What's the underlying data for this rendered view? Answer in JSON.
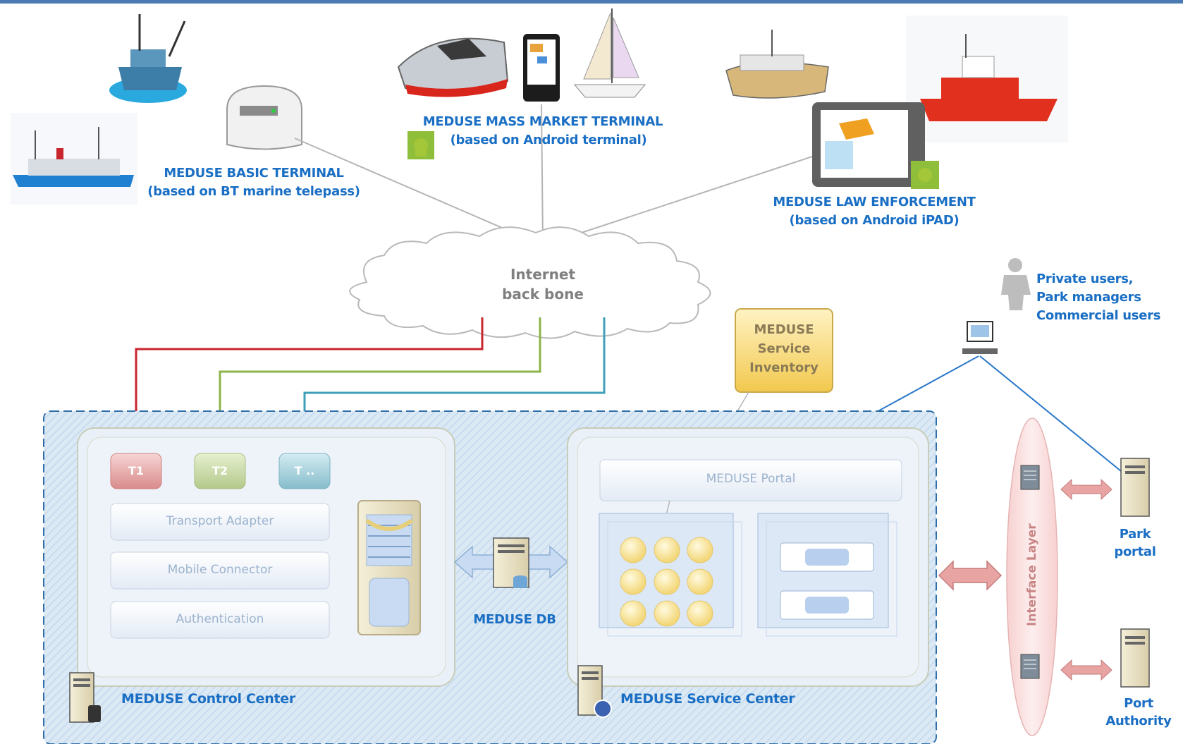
{
  "terminals": {
    "mass_market": {
      "title": "MEDUSE MASS MARKET TERMINAL",
      "subtitle": "(based on Android terminal)"
    },
    "basic": {
      "title": "MEDUSE BASIC TERMINAL",
      "subtitle": "(based on BT marine telepass)"
    },
    "law": {
      "title": "MEDUSE LAW ENFORCEMENT",
      "subtitle": "(based on Android iPAD)"
    }
  },
  "cloud": {
    "line1": "Internet",
    "line2": "back bone"
  },
  "inventory": {
    "line1": "MEDUSE",
    "line2": "Service",
    "line3": "Inventory"
  },
  "users": {
    "line1": "Private users,",
    "line2": "Park managers",
    "line3": "Commercial users"
  },
  "control_center": {
    "label": "MEDUSE Control Center",
    "t1": "T1",
    "t2": "T2",
    "t3": "T ..",
    "transport": "Transport Adapter",
    "mobile": "Mobile Connector",
    "auth": "Authentication"
  },
  "db": {
    "label": "MEDUSE DB"
  },
  "service_center": {
    "label": "MEDUSE Service Center",
    "portal": "MEDUSE Portal"
  },
  "interface_layer": "Interface Layer",
  "park_portal": {
    "line1": "Park",
    "line2": "portal"
  },
  "port_authority": {
    "line1": "Port",
    "line2": "Authority"
  },
  "colors": {
    "label_blue": "#1a6fc4",
    "red_link": "#c9252c",
    "green_link": "#8db44a",
    "teal_link": "#3f9fb8",
    "user_link": "#2b78c8"
  }
}
